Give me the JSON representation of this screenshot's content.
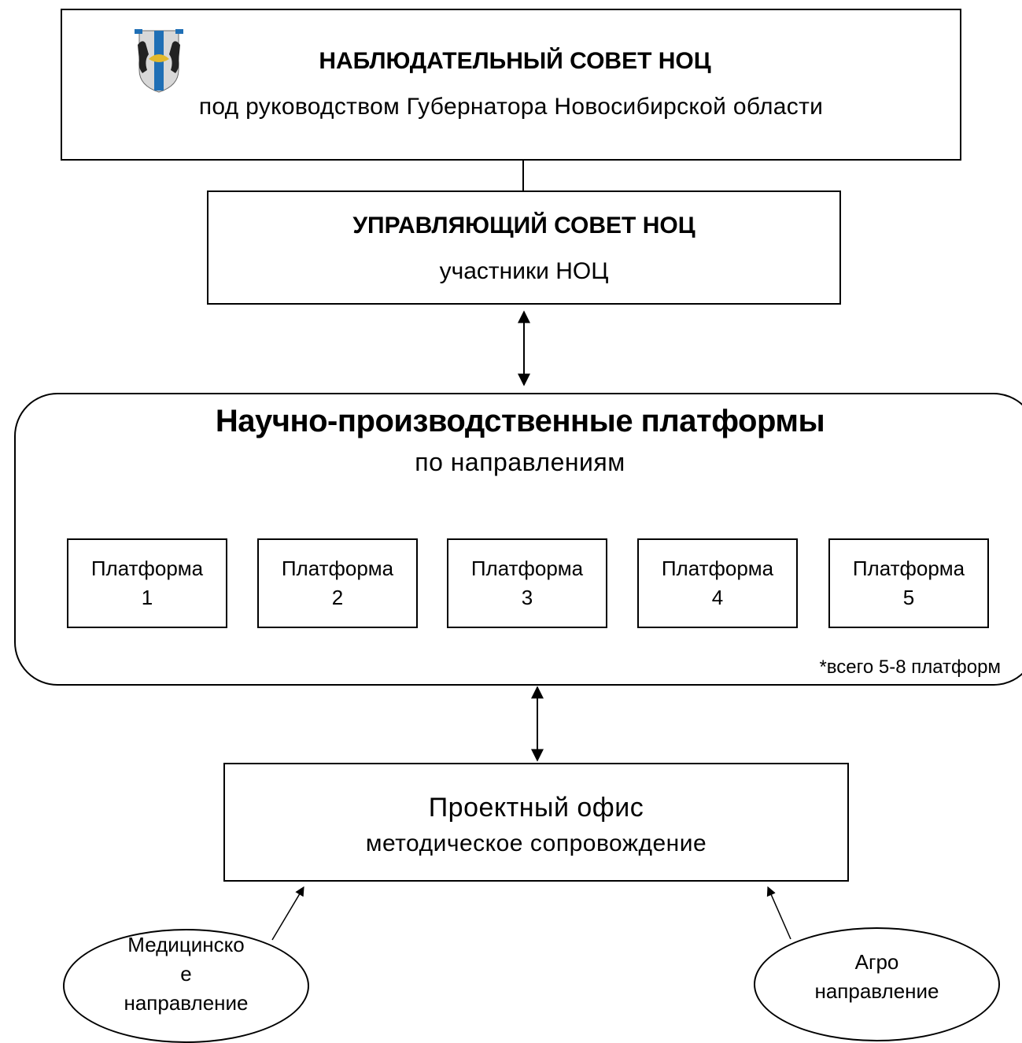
{
  "supervisory": {
    "title": "НАБЛЮДАТЕЛЬНЫЙ СОВЕТ НОЦ",
    "subtitle": "под руководством Губернатора Новосибирской области",
    "emblem_icon": "novosibirsk-coat-of-arms-icon"
  },
  "managing": {
    "title": "УПРАВЛЯЮЩИЙ СОВЕТ НОЦ",
    "subtitle": "участники НОЦ"
  },
  "platforms": {
    "title": "Научно-производственные платформы",
    "subtitle": "по направлениям",
    "footnote": "*всего 5-8 платформ",
    "items": [
      {
        "label": "Платформа",
        "number": "1"
      },
      {
        "label": "Платформа",
        "number": "2"
      },
      {
        "label": "Платформа",
        "number": "3"
      },
      {
        "label": "Платформа",
        "number": "4"
      },
      {
        "label": "Платформа",
        "number": "5"
      }
    ]
  },
  "office": {
    "title": "Проектный офис",
    "subtitle": "методическое сопровождение"
  },
  "directions": {
    "medical": {
      "line1": "Медицинско",
      "line2": "е",
      "line3": "направление"
    },
    "agro": {
      "line1": "Агро",
      "line2": "направление"
    }
  },
  "colors": {
    "stroke": "#000000",
    "emblem_blue": "#1f6fb5",
    "emblem_gold": "#e3b92c",
    "emblem_silver": "#d8d8d8"
  }
}
